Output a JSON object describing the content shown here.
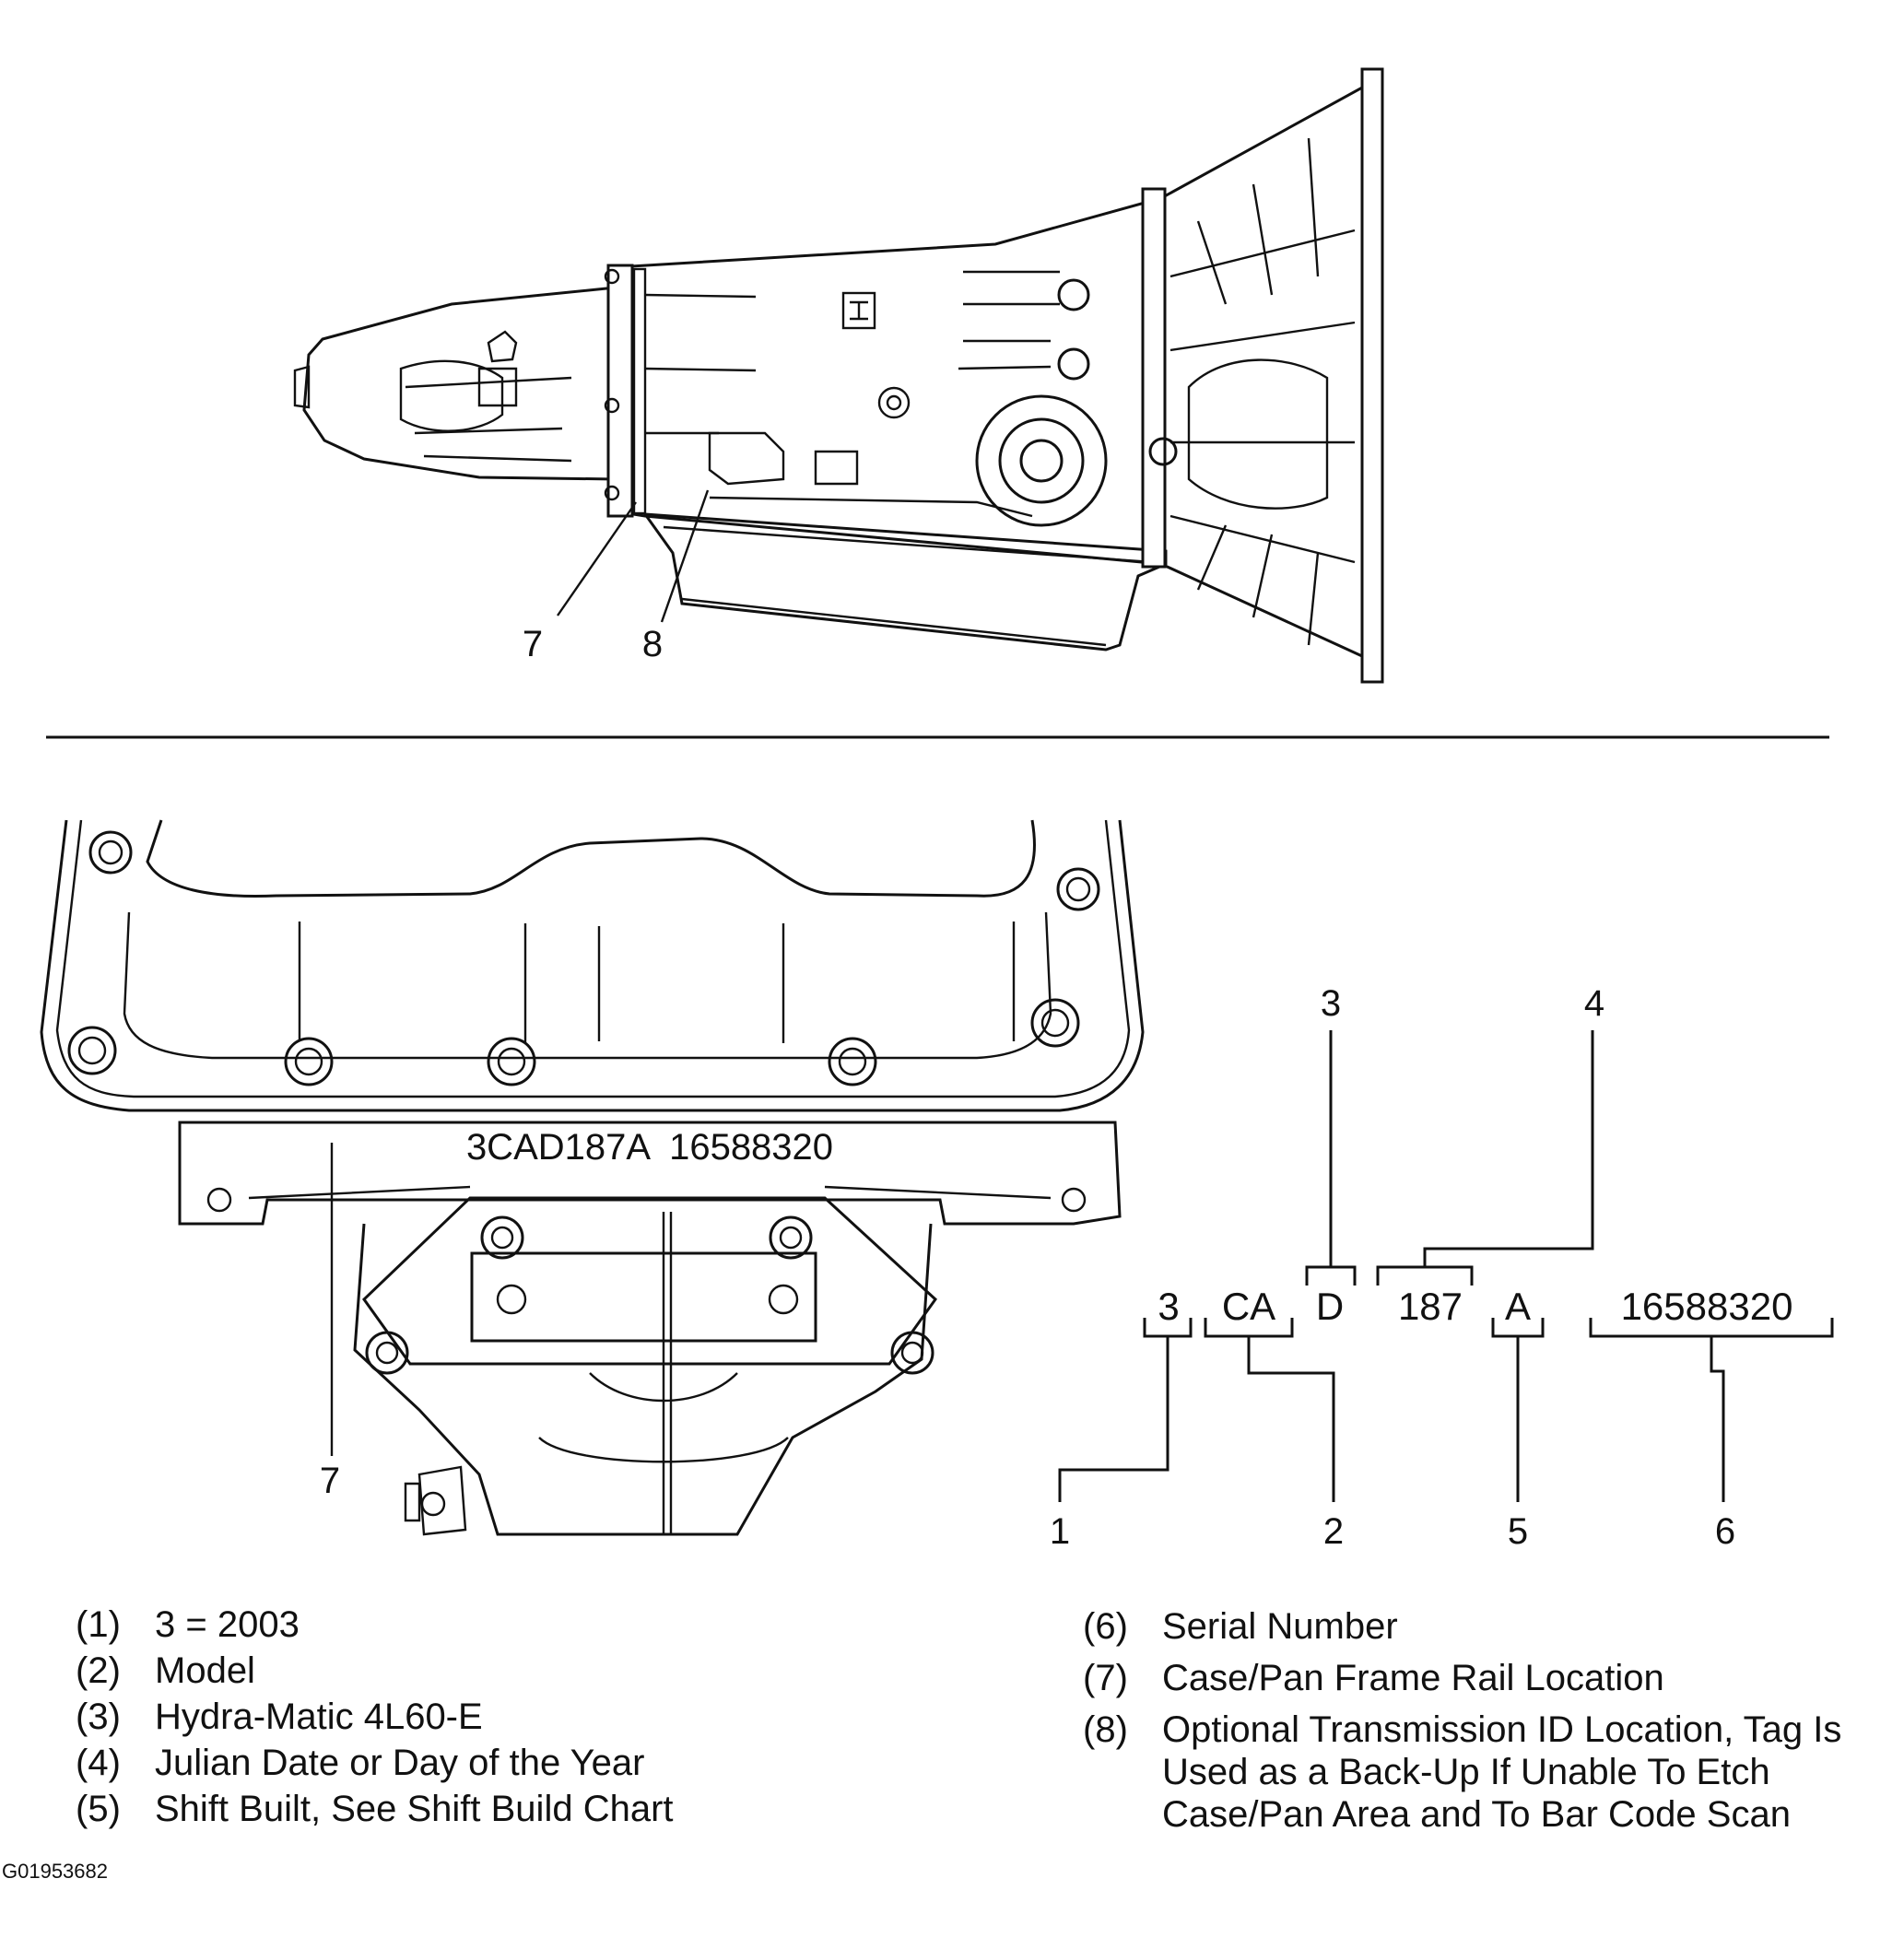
{
  "top_view": {
    "callouts": [
      "7",
      "8"
    ]
  },
  "bottom_view": {
    "callout": "7",
    "pan_stamp": "3CAD187A  16588320"
  },
  "code_breakdown": {
    "segments": [
      "3",
      "CA",
      "D",
      "187",
      "A",
      "16588320"
    ],
    "callouts_top": [
      "3",
      "4"
    ],
    "callouts_bottom": [
      "1",
      "2",
      "5",
      "6"
    ]
  },
  "legend_left": [
    {
      "num": "(1)",
      "text": "3 = 2003"
    },
    {
      "num": "(2)",
      "text": "Model"
    },
    {
      "num": "(3)",
      "text": "Hydra-Matic 4L60-E"
    },
    {
      "num": "(4)",
      "text": "Julian Date or Day of the Year"
    },
    {
      "num": "(5)",
      "text": "Shift Built, See Shift Build Chart"
    }
  ],
  "legend_right": [
    {
      "num": "(6)",
      "text": "Serial Number"
    },
    {
      "num": "(7)",
      "text": "Case/Pan Frame Rail Location"
    },
    {
      "num": "(8)",
      "text": "Optional Transmission ID Location, Tag Is\nUsed as a Back-Up If Unable To Etch\nCase/Pan Area and To Bar Code Scan"
    }
  ],
  "figure_id": "G01953682"
}
